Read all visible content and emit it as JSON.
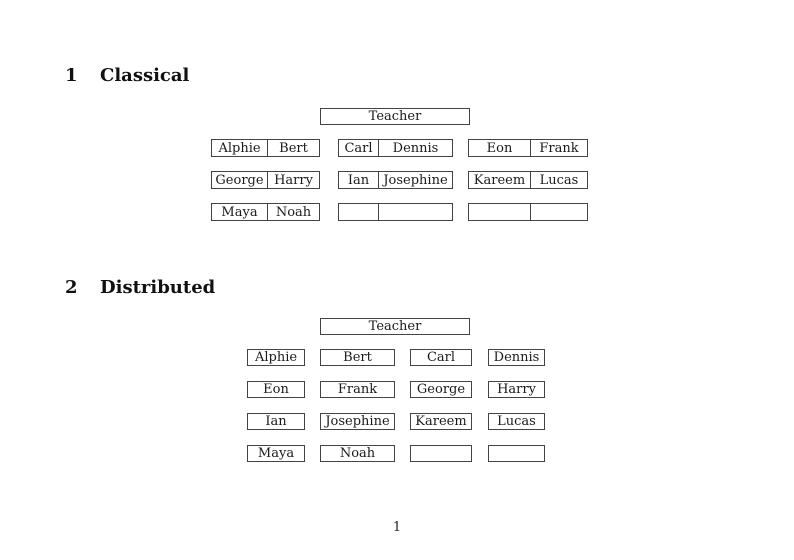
{
  "page_number": "1",
  "colors": {
    "border": "#444444",
    "text": "#1a1a1a",
    "background": "#ffffff"
  },
  "sections": [
    {
      "number": "1",
      "title": "Classical",
      "teacher_label": "Teacher",
      "desk_rows": [
        [
          {
            "left": "Alphie",
            "right": "Bert"
          },
          {
            "left": "Carl",
            "right": "Dennis"
          },
          {
            "left": "Eon",
            "right": "Frank"
          }
        ],
        [
          {
            "left": "George",
            "right": "Harry"
          },
          {
            "left": "Ian",
            "right": "Josephine"
          },
          {
            "left": "Kareem",
            "right": "Lucas"
          }
        ],
        [
          {
            "left": "Maya",
            "right": "Noah"
          },
          {
            "left": "",
            "right": ""
          },
          {
            "left": "",
            "right": ""
          }
        ]
      ]
    },
    {
      "number": "2",
      "title": "Distributed",
      "teacher_label": "Teacher",
      "seat_rows": [
        [
          "Alphie",
          "Bert",
          "Carl",
          "Dennis"
        ],
        [
          "Eon",
          "Frank",
          "George",
          "Harry"
        ],
        [
          "Ian",
          "Josephine",
          "Kareem",
          "Lucas"
        ],
        [
          "Maya",
          "Noah",
          "",
          ""
        ]
      ]
    }
  ]
}
